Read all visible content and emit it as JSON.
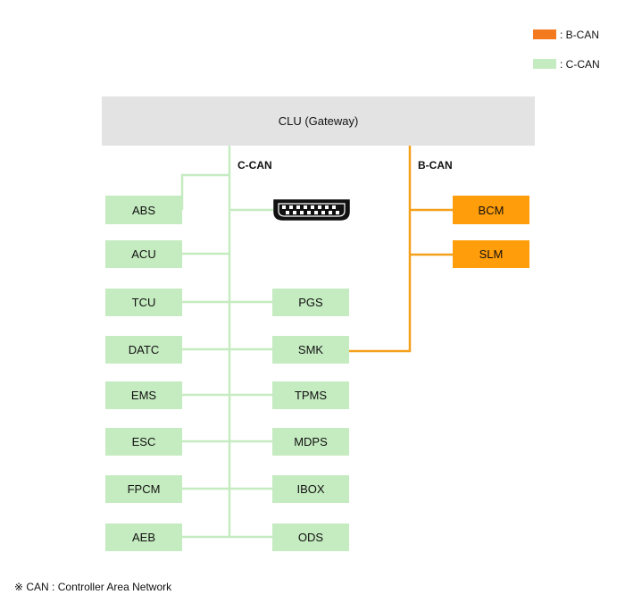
{
  "legend": {
    "bcan_label": ": B-CAN",
    "ccan_label": ": C-CAN",
    "bcan_color": "#f47a20",
    "ccan_color": "#c5ebc0"
  },
  "gateway": {
    "label": "CLU (Gateway)"
  },
  "bus_labels": {
    "ccan": "C-CAN",
    "bcan": "B-CAN"
  },
  "nodes_left": [
    "ABS",
    "ACU",
    "TCU",
    "DATC",
    "EMS",
    "ESC",
    "FPCM",
    "AEB"
  ],
  "nodes_right": [
    "PGS",
    "SMK",
    "TPMS",
    "MDPS",
    "IBOX",
    "ODS"
  ],
  "nodes_bcan": [
    "BCM",
    "SLM"
  ],
  "connector": {
    "icon": "obd-connector-icon"
  },
  "colors": {
    "ccan_line": "#c5ebc0",
    "bcan_line": "#f5a01a",
    "bcan_node": "#ff9d0a",
    "gateway": "#e3e3e3"
  },
  "footnote": "※ CAN : Controller Area Network"
}
